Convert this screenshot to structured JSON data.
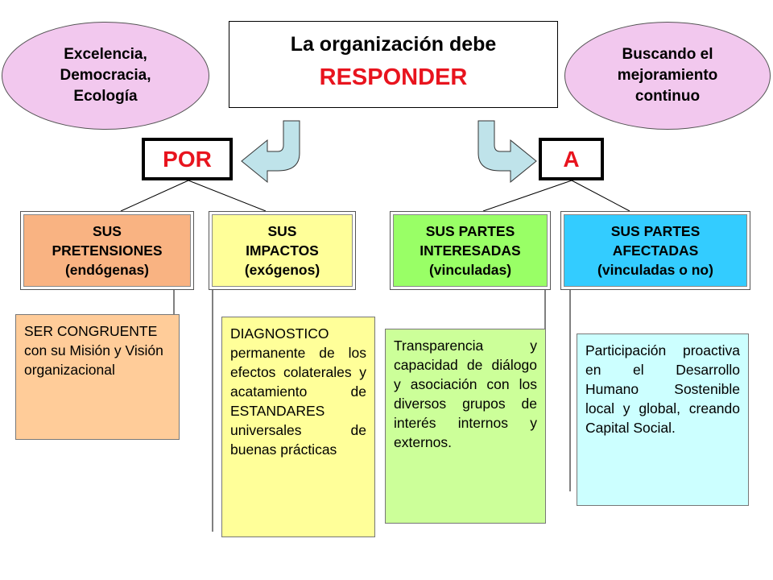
{
  "title": {
    "line1": "La organización debe",
    "line2": "RESPONDER"
  },
  "ellipses": {
    "left": "Excelencia,\nDemocracia,\nEcología",
    "right": "Buscando el\nmejoramiento\ncontinuo"
  },
  "labels": {
    "por": "POR",
    "a": "A"
  },
  "categories": [
    {
      "text": "SUS\nPRETENSIONES\n(endógenas)",
      "color": "#f9b382"
    },
    {
      "text": "SUS\nIMPACTOS\n(exógenos)",
      "color": "#ffff99"
    },
    {
      "text": "SUS PARTES\nINTERESADAS\n(vinculadas)",
      "color": "#99ff66"
    },
    {
      "text": "SUS PARTES\nAFECTADAS\n(vinculadas o no)",
      "color": "#33ccff"
    }
  ],
  "descriptions": [
    {
      "text": "SER CONGRUENTE con su Misión y Visión organizacional",
      "color": "#ffcc99"
    },
    {
      "text": "DIAGNOSTICO permanente de los efectos colaterales y acatamiento de ESTANDARES universales de buenas prácticas",
      "color": "#ffff99"
    },
    {
      "text": "Transparencia y capacidad de diálogo y asociación con los diversos grupos de interés internos y externos.",
      "color": "#ccff99"
    },
    {
      "text": "Participación proactiva en el Desarrollo Humano Sostenible local y global, creando Capital Social.",
      "color": "#ccffff"
    }
  ],
  "colors": {
    "accent_red": "#e8141e",
    "ellipse_fill": "#f2c8ee",
    "arrow_fill": "#bfe3ea"
  }
}
